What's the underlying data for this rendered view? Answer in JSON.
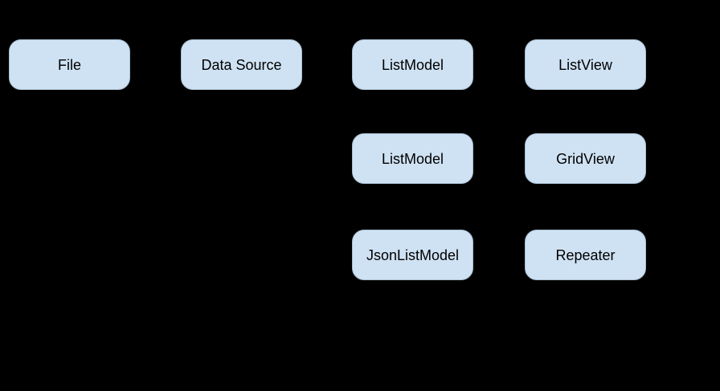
{
  "diagram": {
    "background_color": "#000000",
    "node_fill_color": "#cfe2f3",
    "node_text_color": "#000000",
    "nodes": [
      {
        "label": "File",
        "row": 1,
        "col": 1
      },
      {
        "label": "Data Source",
        "row": 1,
        "col": 2
      },
      {
        "label": "ListModel",
        "row": 1,
        "col": 3
      },
      {
        "label": "ListView",
        "row": 1,
        "col": 4
      },
      {
        "label": "ListModel",
        "row": 2,
        "col": 3
      },
      {
        "label": "GridView",
        "row": 2,
        "col": 4
      },
      {
        "label": "JsonListModel",
        "row": 3,
        "col": 3
      },
      {
        "label": "Repeater",
        "row": 3,
        "col": 4
      }
    ]
  }
}
